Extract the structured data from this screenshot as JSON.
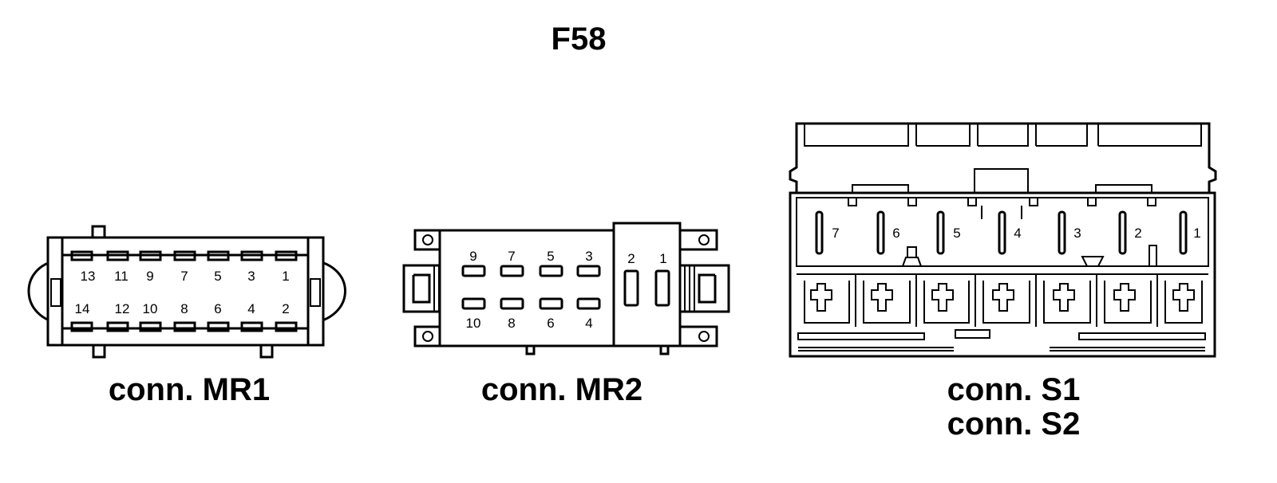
{
  "title": "F58",
  "connectors": {
    "mr1": {
      "label": "conn. MR1",
      "top_pins": [
        "13",
        "11",
        "9",
        "7",
        "5",
        "3",
        "1"
      ],
      "bottom_pins": [
        "14",
        "12",
        "10",
        "8",
        "6",
        "4",
        "2"
      ]
    },
    "mr2": {
      "label": "conn. MR2",
      "top_pins": [
        "9",
        "7",
        "5",
        "3"
      ],
      "bottom_pins": [
        "10",
        "8",
        "6",
        "4"
      ],
      "side_pins": [
        "2",
        "1"
      ]
    },
    "s": {
      "label_1": "conn. S1",
      "label_2": "conn. S2",
      "pins": [
        "7",
        "6",
        "5",
        "4",
        "3",
        "2",
        "1"
      ]
    }
  }
}
